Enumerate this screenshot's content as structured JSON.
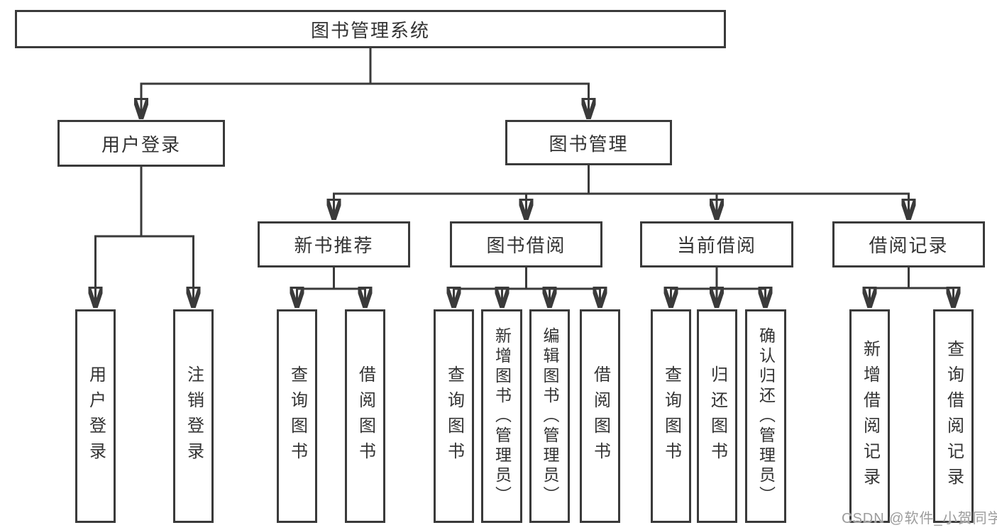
{
  "diagram_title": "图书管理系统",
  "tree": {
    "root": {
      "label": "图书管理系统",
      "children": [
        {
          "label": "用户登录",
          "children": [
            {
              "label": "用户登录"
            },
            {
              "label": "注销登录"
            }
          ]
        },
        {
          "label": "图书管理",
          "children": [
            {
              "label": "新书推荐",
              "children": [
                {
                  "label": "查询图书"
                },
                {
                  "label": "借阅图书"
                }
              ]
            },
            {
              "label": "图书借阅",
              "children": [
                {
                  "label": "查询图书"
                },
                {
                  "label": "新增图书（管理员）"
                },
                {
                  "label": "编辑图书（管理员）"
                },
                {
                  "label": "借阅图书"
                }
              ]
            },
            {
              "label": "当前借阅",
              "children": [
                {
                  "label": "查询图书"
                },
                {
                  "label": "归还图书"
                },
                {
                  "label": "确认归还（管理员）"
                }
              ]
            },
            {
              "label": "借阅记录",
              "children": [
                {
                  "label": "新增借阅记录"
                },
                {
                  "label": "查询借阅记录"
                }
              ]
            }
          ]
        }
      ]
    }
  },
  "watermark": {
    "text": "CSDN @软件_小贺同学"
  },
  "colors": {
    "line": "#3a3a3a",
    "box_border": "#3a3a3a",
    "text": "#333333",
    "background": "#ffffff",
    "watermark_text": "#9c9c9c"
  }
}
